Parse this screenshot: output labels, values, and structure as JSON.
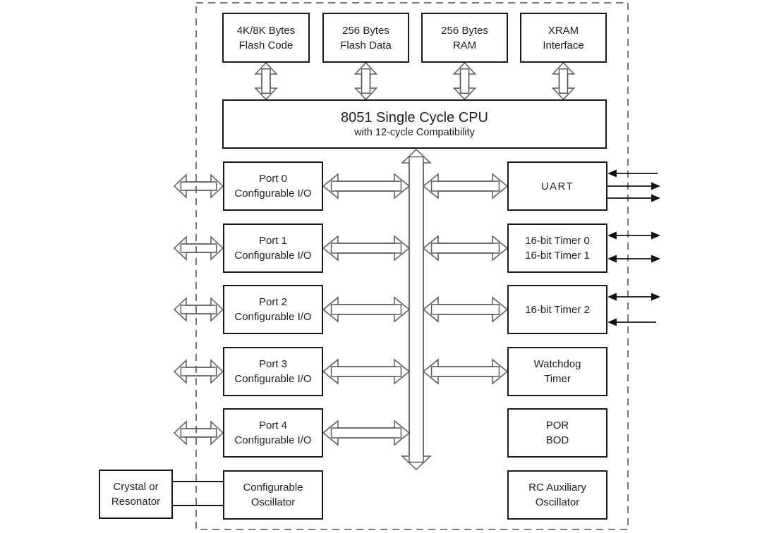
{
  "colors": {
    "background": "#ffffff",
    "box_border": "#1a1a1a",
    "text": "#1f1f1f",
    "wide_arrow_outline": "#5a5a5a",
    "signal_arrow": "#111111",
    "chip_boundary_dash": "#7a7a7a"
  },
  "cpu": {
    "title": "8051 Single Cycle CPU",
    "subtitle": "with 12-cycle Compatibility"
  },
  "blocks": {
    "flash_code": "4K/8K Bytes\nFlash Code",
    "flash_data": "256 Bytes\nFlash Data",
    "ram": "256 Bytes\nRAM",
    "xram": "XRAM\nInterface",
    "port0": "Port 0\nConfigurable I/O",
    "port1": "Port 1\nConfigurable I/O",
    "port2": "Port 2\nConfigurable I/O",
    "port3": "Port 3\nConfigurable I/O",
    "port4": "Port 4\nConfigurable I/O",
    "uart": "UART",
    "timer01": "16-bit Timer 0\n16-bit Timer 1",
    "timer2": "16-bit Timer 2",
    "watchdog": "Watchdog\nTimer",
    "por_bod": "POR\nBOD",
    "rc_osc": "RC Auxiliary\nOscillator",
    "crystal": "Crystal or\nResonator",
    "config_osc": "Configurable\nOscillator"
  }
}
